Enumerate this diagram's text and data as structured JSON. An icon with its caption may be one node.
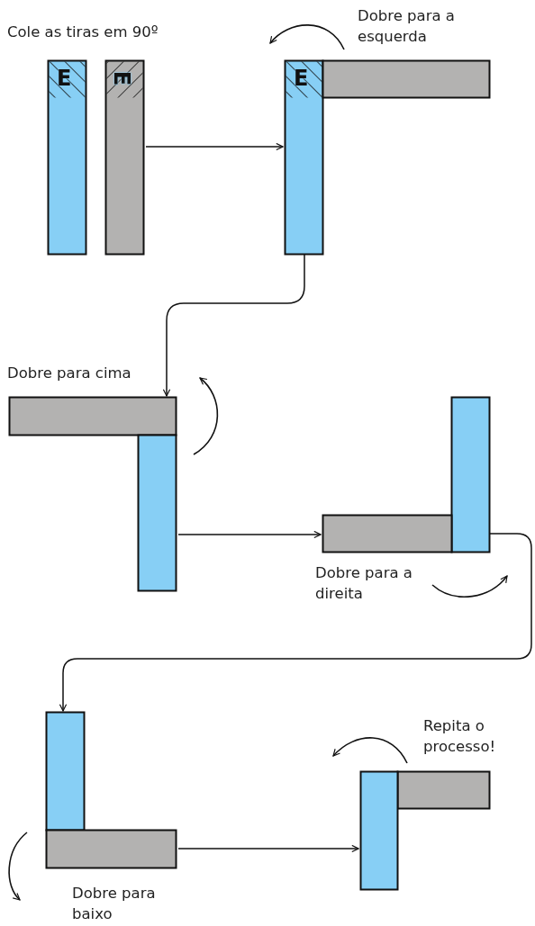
{
  "diagram": {
    "nodes": [
      {
        "text": [],
        "shape": "picture",
        "beside": [
          "Cole as tiras em 90º"
        ]
      },
      {
        "text": [],
        "shape": "picture",
        "beside": [
          "Dobre para a esquerda"
        ]
      },
      {
        "text": [],
        "shape": "picture",
        "beside": [
          "Dobre para cima"
        ]
      },
      {
        "text": [],
        "shape": "picture",
        "beside": [
          "Dobre para a direita"
        ]
      },
      {
        "text": [],
        "shape": "picture",
        "beside": [
          "Dobre para baixo"
        ]
      },
      {
        "text": [],
        "shape": "picture",
        "beside": [
          "Repita o processo!"
        ]
      }
    ],
    "edges": [
      {
        "from": 0,
        "to": 1,
        "arrow": "to"
      },
      {
        "from": 1,
        "to": 2,
        "arrow": "to"
      },
      {
        "from": 2,
        "to": 3,
        "arrow": "to"
      },
      {
        "from": 3,
        "to": 4,
        "arrow": "to"
      },
      {
        "from": 4,
        "to": 5,
        "arrow": "to"
      }
    ],
    "labels": [
      "E",
      "E",
      "E"
    ]
  }
}
